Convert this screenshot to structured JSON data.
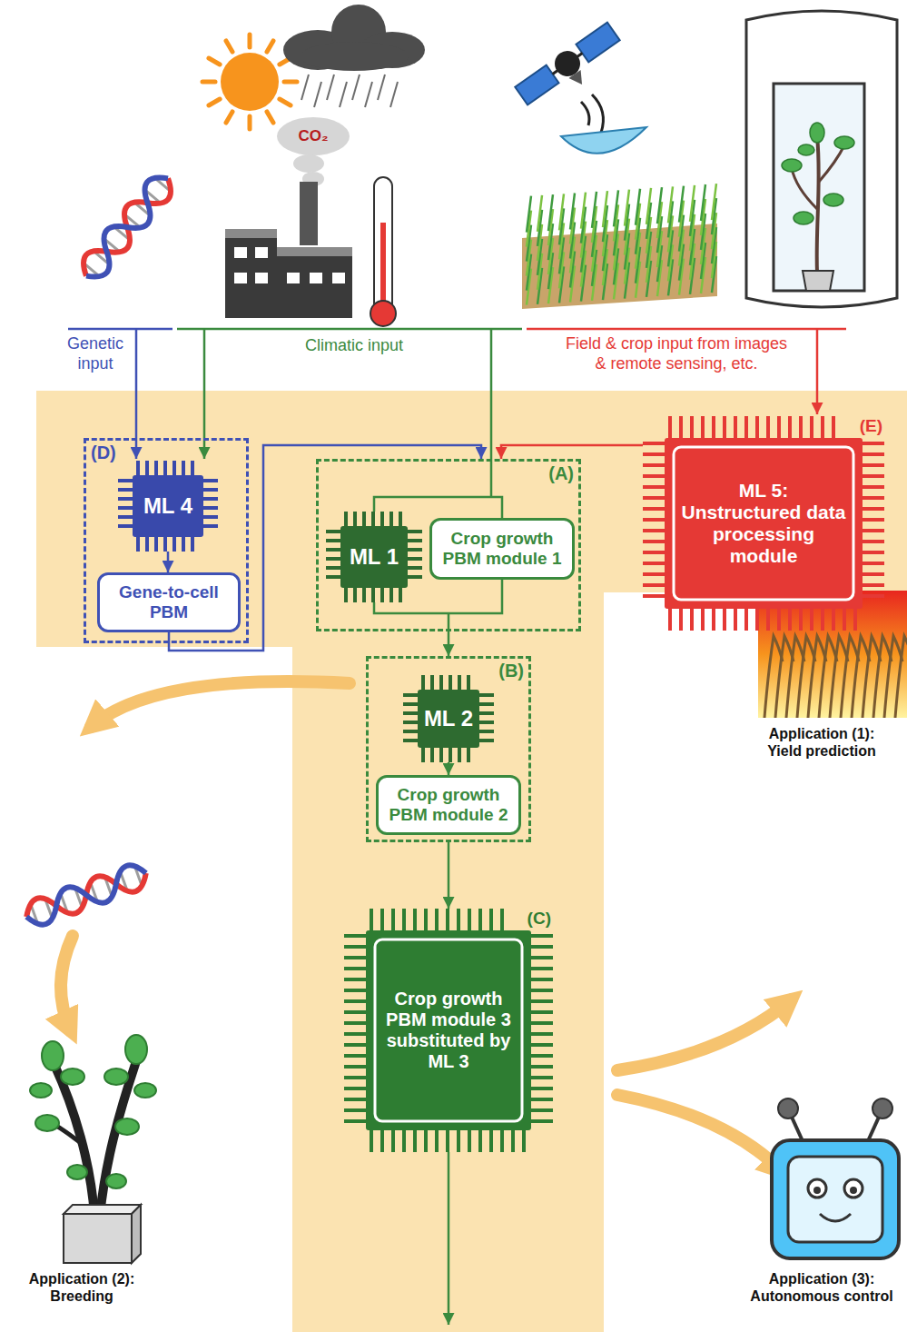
{
  "diagram": {
    "nodes": [
      {
        "text": [
          "(D)"
        ]
      },
      {
        "text": [
          "ML 4"
        ],
        "in": 0
      },
      {
        "text": [
          "Gene-to-cell PBM"
        ],
        "in": 0
      },
      {
        "text": [
          "(A)"
        ]
      },
      {
        "text": [
          "ML 1"
        ],
        "in": 3
      },
      {
        "text": [
          "Crop growth PBM module 1"
        ],
        "in": 3
      },
      {
        "text": [
          "(E)",
          "ML 5: Unstructured data processing module"
        ]
      },
      {
        "text": [
          "(B)"
        ]
      },
      {
        "text": [
          "ML 2"
        ],
        "in": 7
      },
      {
        "text": [
          "Crop growth PBM module 2"
        ],
        "in": 7
      },
      {
        "text": [
          "(C)",
          "Crop growth PBM module 3 substituted by ML 3"
        ]
      }
    ],
    "edges": [
      {
        "from": 1,
        "to": 2,
        "arrow": "to"
      },
      {
        "from": 2,
        "to": 3,
        "arrow": "to"
      },
      {
        "from": 6,
        "to": 3,
        "arrow": "to"
      },
      {
        "from": 3,
        "to": 7,
        "arrow": "to"
      },
      {
        "from": 4,
        "to": 5,
        "arrow": "none"
      },
      {
        "from": 4,
        "to": 5,
        "arrow": "none"
      },
      {
        "from": 8,
        "to": 9,
        "arrow": "to"
      },
      {
        "from": 7,
        "to": 10,
        "arrow": "to"
      }
    ],
    "labels": [
      "Genetic input",
      "Climatic input",
      "Field & crop input from images & remote sensing, etc.",
      "CO₂",
      "Application (1): Yield prediction",
      "Application (2): Breeding",
      "Application (3): Autonomous control"
    ]
  }
}
